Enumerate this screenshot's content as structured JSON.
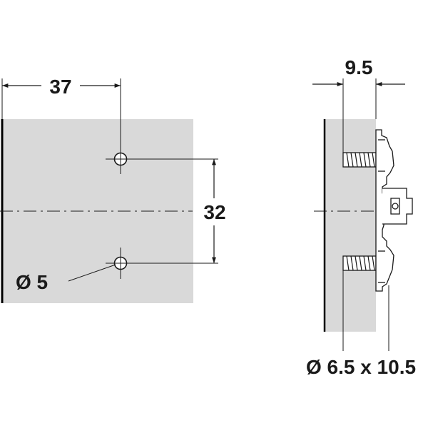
{
  "front_view": {
    "dim_horizontal": "37",
    "dim_vertical": "32",
    "hole_label": "Ø 5"
  },
  "side_view": {
    "dim_depth": "9.5",
    "screw_label": "Ø 6.5 x 10.5"
  },
  "colors": {
    "panel_fill": "#d9d9d9",
    "line": "#1a1a1a",
    "edge": "#000000"
  }
}
